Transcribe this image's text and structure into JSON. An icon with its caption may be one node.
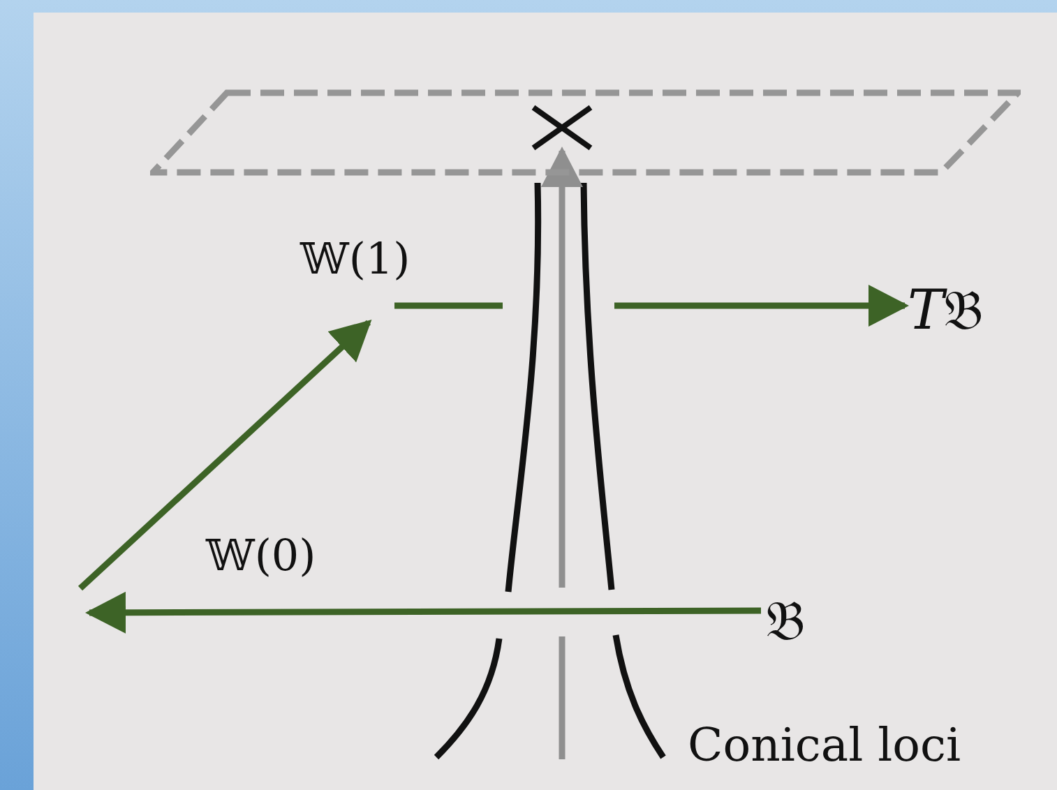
{
  "diagram": {
    "nodes": [
      {
        "text": [],
        "shape": "parallelogram"
      },
      {
        "text": [],
        "shape": "cross",
        "in": 0
      },
      {
        "text": [
          "T𝔅"
        ]
      },
      {
        "text": [
          "𝔅"
        ]
      },
      {
        "text": [
          "Conical loci"
        ]
      }
    ],
    "edges": [
      {
        "from": 3,
        "to": null,
        "arrow": "to"
      },
      {
        "from": null,
        "to": 2,
        "arrow": "to"
      },
      {
        "from": null,
        "to": 1,
        "arrow": "to",
        "color": "#8f8f8f"
      }
    ],
    "labels": [
      "𝕎(1)",
      "𝕎(0)"
    ]
  }
}
